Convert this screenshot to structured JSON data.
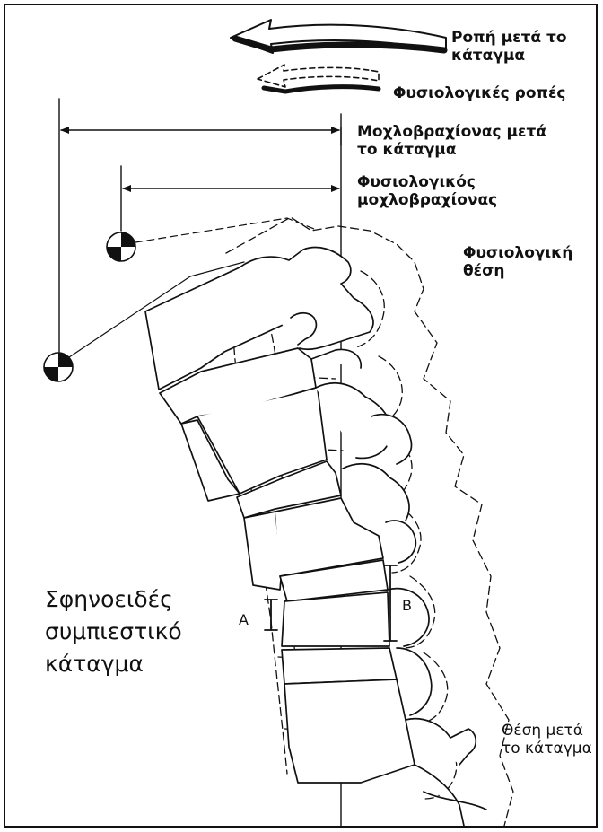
{
  "labels": {
    "moment_after": [
      "Ροπή μετά το",
      "κάταγμα"
    ],
    "physiological_moments": "Φυσιολογικές ροπές",
    "lever_after": [
      "Μοχλοβραχίονας μετά",
      "το κάταγμα"
    ],
    "physiological_lever": [
      "Φυσιολογικός",
      "μοχλοβραχίονας"
    ],
    "physiological_position": [
      "Φυσιολογική",
      "θέση"
    ],
    "wedge_fracture": [
      "Σφηνοειδές",
      "συμπιεστικό",
      "κάταγμα"
    ],
    "height_a": "A",
    "height_b": "B",
    "position_after": [
      "Θέση μετά",
      "το κάταγμα"
    ]
  }
}
